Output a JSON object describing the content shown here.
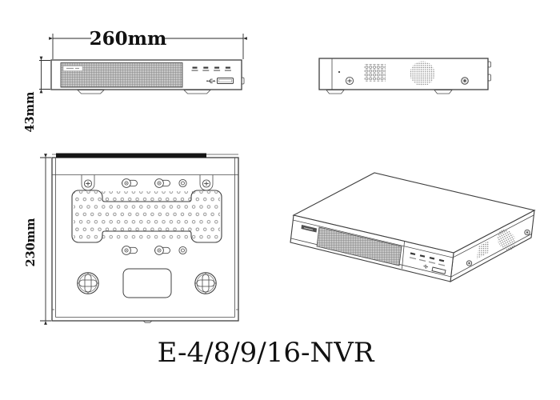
{
  "caption": "E-4/8/9/16-NVR",
  "dimensions": {
    "front_width": "260mm",
    "front_height": "43mm",
    "bottom_depth": "230mm"
  },
  "icons": {
    "usb": "usb-icon",
    "screw": "screw-icon",
    "fan_vent": "fan-vent-icon",
    "vent_grid": "vent-grid-icon",
    "led": "led-indicator-icon",
    "keyhole": "keyhole-slot-icon",
    "foot": "foot-pad-icon",
    "mounting_ear": "mounting-ear-icon"
  },
  "colors": {
    "background": "#ffffff",
    "line": "#3f3f3f",
    "text": "#111111",
    "grille_fill": "#c9c9c9",
    "gasket_bar": "#151515"
  }
}
